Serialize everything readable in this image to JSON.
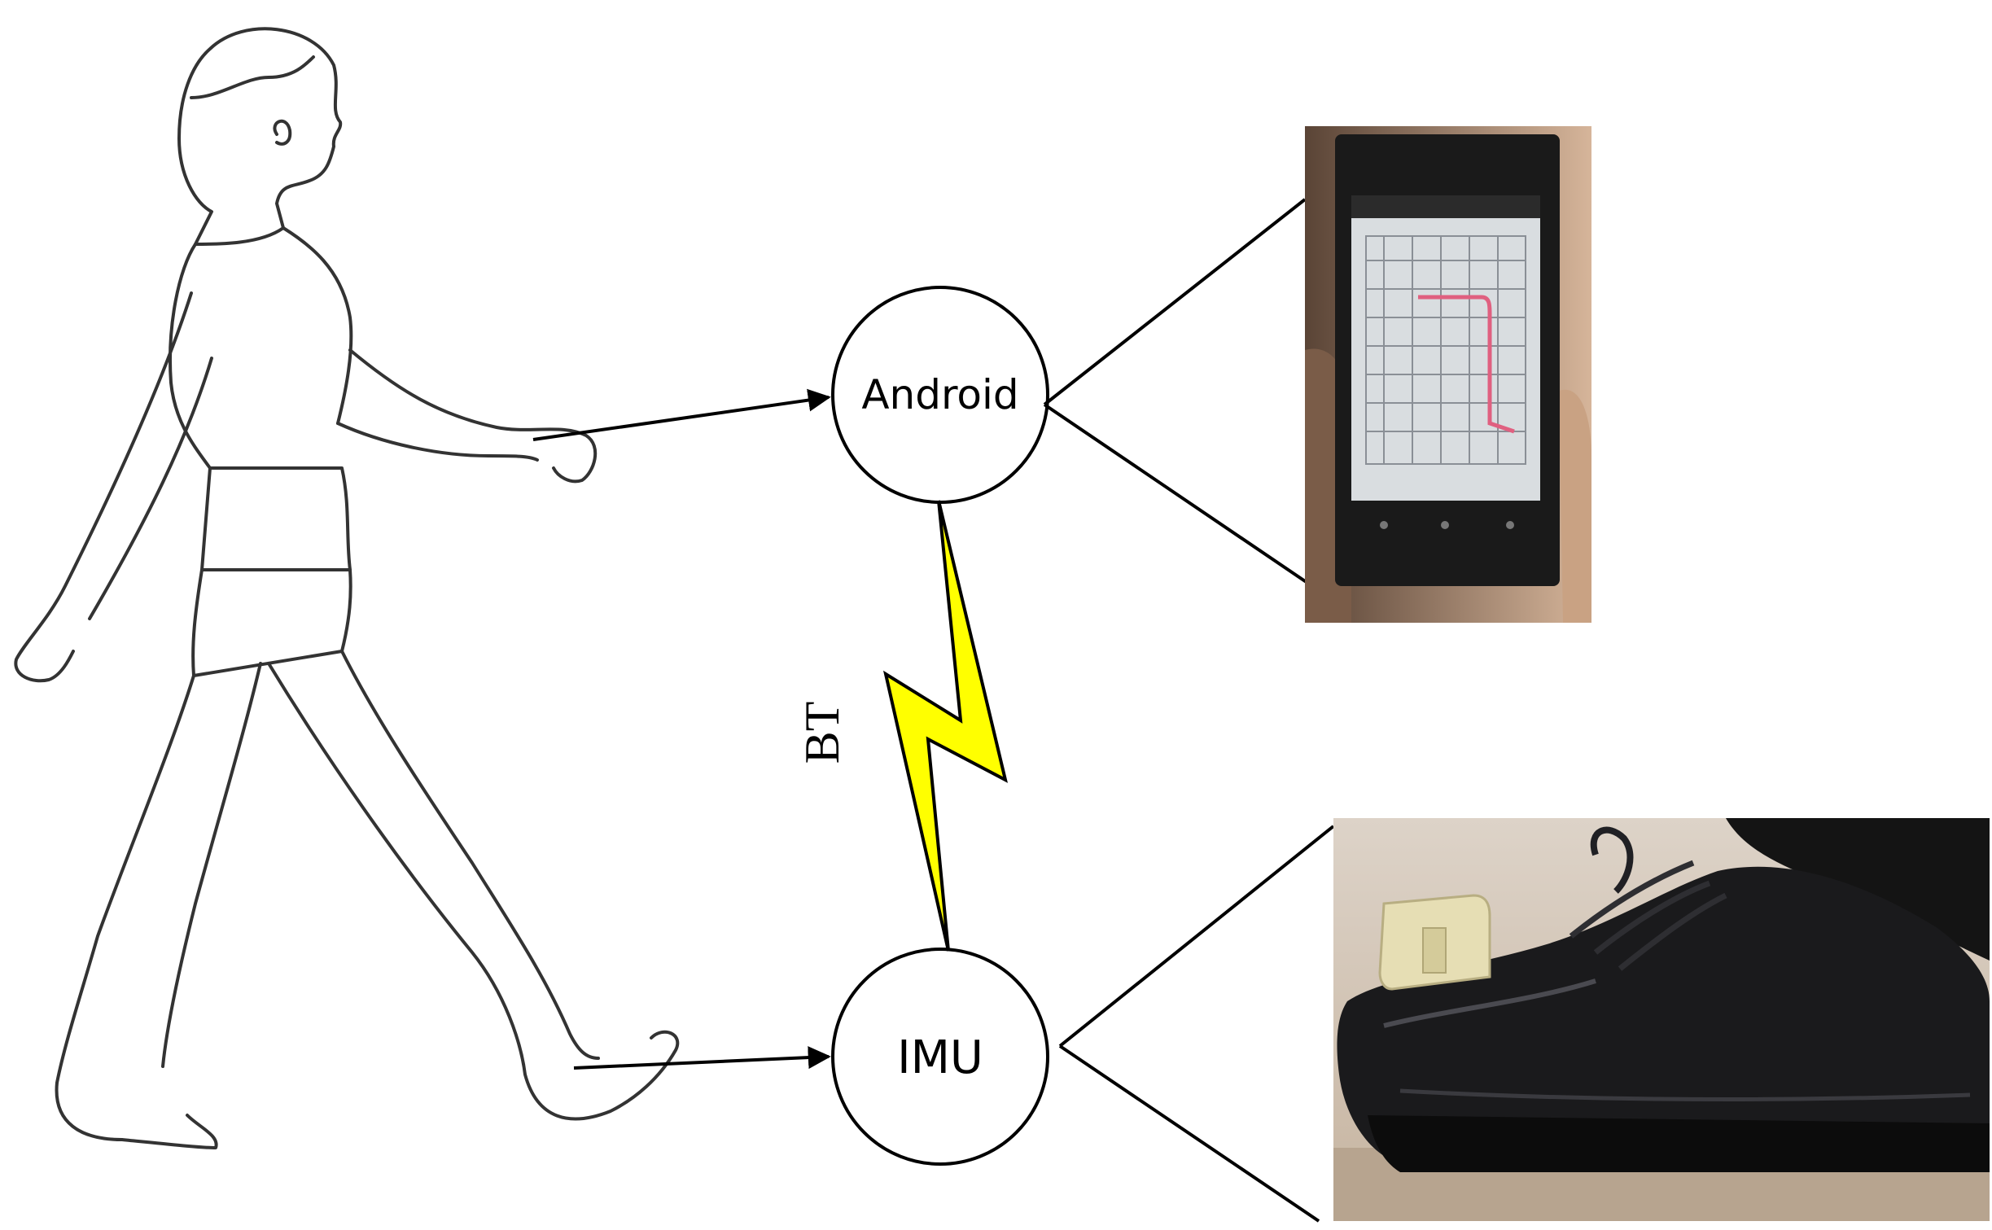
{
  "nodes": {
    "android": {
      "label": "Android"
    },
    "imu": {
      "label": "IMU"
    }
  },
  "link": {
    "label": "BT",
    "bolt_color": "#ffff00"
  },
  "figures": {
    "walker": "walking-person-outline",
    "phone": "smartphone-photo",
    "shoe": "shoe-with-sensor-photo"
  }
}
